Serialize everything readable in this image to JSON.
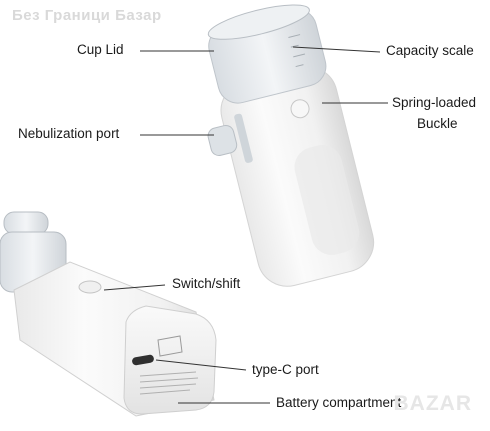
{
  "watermark": "Без Граници Базар",
  "logo_text": "BAZAR",
  "labels": {
    "cup_lid": "Cup Lid",
    "capacity_scale": "Capacity scale",
    "spring_loaded_line1": "Spring-loaded",
    "spring_loaded_line2": "Buckle",
    "nebulization_port": "Nebulization port",
    "switch_shift": "Switch/shift",
    "type_c_port": "type-C port",
    "battery_compartment": "Battery compartment"
  },
  "colors": {
    "line": "#333333",
    "body_white": "#f4f4f4",
    "clear_plastic": "#e4e8ec",
    "shadow": "#c9cccf"
  }
}
